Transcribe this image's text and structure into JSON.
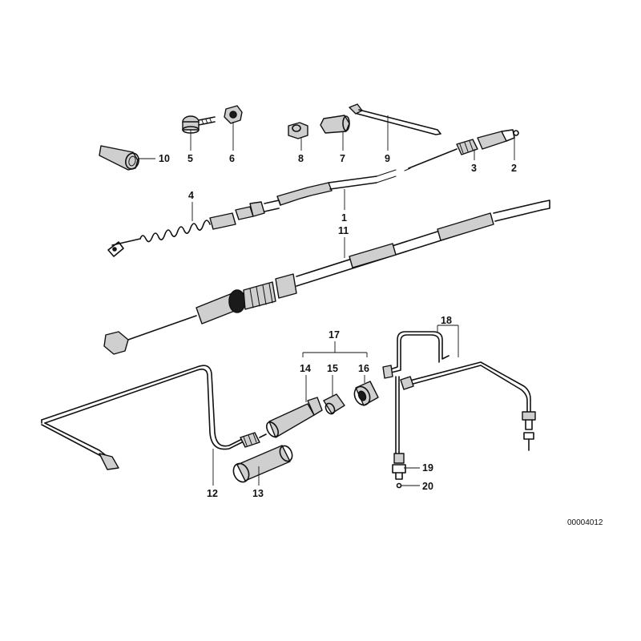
{
  "callouts": {
    "c1": "1",
    "c2": "2",
    "c3": "3",
    "c4": "4",
    "c5": "5",
    "c6": "6",
    "c7": "7",
    "c8": "8",
    "c9": "9",
    "c10": "10",
    "c11": "11",
    "c12": "12",
    "c13": "13",
    "c14": "14",
    "c15": "15",
    "c16": "16",
    "c17": "17",
    "c18": "18",
    "c19": "19",
    "c20": "20"
  },
  "diagram_code": "00004012",
  "icons": {
    "grip": "grip-sleeve-icon",
    "bolt": "bolt-icon",
    "nut": "nut-icon"
  }
}
